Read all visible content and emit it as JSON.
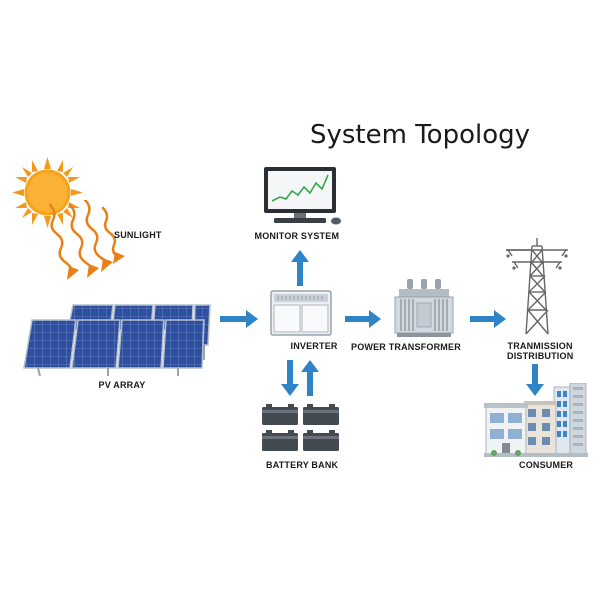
{
  "title": "System Topology",
  "labels": {
    "sunlight": "SUNLIGHT",
    "pv_array": "PV ARRAY",
    "monitor_system": "MONITOR SYSTEM",
    "inverter": "INVERTER",
    "battery_bank": "BATTERY BANK",
    "power_transformer": "POWER TRANSFORMER",
    "transmission_line1": "TRANMISSION",
    "transmission_line2": "DISTRIBUTION",
    "consumer": "CONSUMER"
  },
  "colors": {
    "arrow": "#2f84c8",
    "sun": "#f39a1e",
    "sun_ray": "#e8801a",
    "panel": "#2d4fa0",
    "panel_frame": "#b8c0cc",
    "battery": "#444a52",
    "tower": "#666666",
    "monitor_line": "#3aa64a"
  }
}
